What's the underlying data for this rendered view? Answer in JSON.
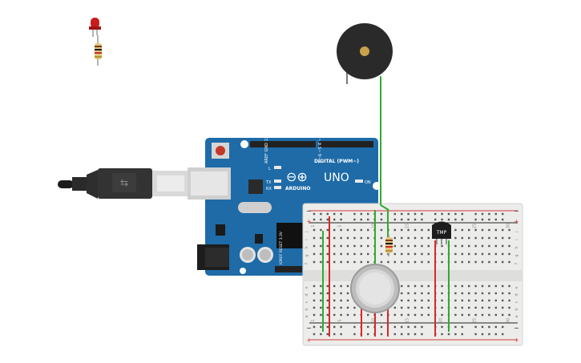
{
  "canvas": {
    "board": {
      "brand": "ARDUINO",
      "model": "UNO",
      "digital_header_label": "DIGITAL (PWM~)",
      "infinity_symbol": "⊖⊕",
      "led_l": "L",
      "led_tx": "TX",
      "led_rx": "RX",
      "on_label": "ON",
      "power_pins_label": "IOREF RESET 3.3V",
      "left_pins_label": "AREF GND 13 12 ~11 ~10 ~9 8",
      "right_pins_label": "7 ~6 ~5 4 ~3 2 TX▸1 RX◂0"
    },
    "breadboard": {
      "rail_plus": "+",
      "rail_minus": "−",
      "row_letters_top": [
        "j",
        "i",
        "h",
        "g",
        "f"
      ],
      "row_letters_bottom": [
        "e",
        "d",
        "c",
        "b",
        "a"
      ],
      "column_numbers": [
        "1",
        "5",
        "10",
        "15",
        "20",
        "25",
        "30"
      ]
    },
    "temp_sensor_label": "TMP",
    "colors": {
      "board": "#1e6ba8",
      "wire_green": "#2faa2f",
      "wire_red": "#d8282b",
      "breadboard": "#ececea",
      "buzzer": "#2a2a2a",
      "led": "#c81d1d"
    }
  }
}
